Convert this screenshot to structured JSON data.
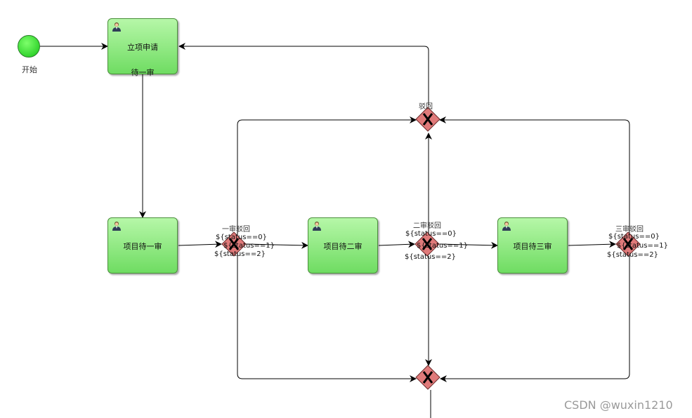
{
  "start": {
    "label": "开始"
  },
  "tasks": [
    {
      "label": "立项申请",
      "sublabel": "待一审"
    },
    {
      "label": "项目待一审",
      "sublabel": ""
    },
    {
      "label": "项目待二审",
      "sublabel": ""
    },
    {
      "label": "项目待三审",
      "sublabel": ""
    }
  ],
  "gateways": {
    "g1": {
      "label": "一审驳回",
      "cond0": "${status==0}",
      "cond1": "${status==1}",
      "cond2": "${status==2}"
    },
    "g2": {
      "label": "二审驳回",
      "cond0": "${status==0}",
      "cond1": "${status==1}",
      "cond2": "${status==2}"
    },
    "g3": {
      "label": "三审驳回",
      "cond0": "${status==0}",
      "cond1": "${status==1}",
      "cond2": "${status==2}"
    },
    "reject": {
      "label": "驳回"
    },
    "bottom": {
      "label": ""
    }
  },
  "watermark": "CSDN @wuxin1210",
  "colors": {
    "task_fill": "#8ee87e",
    "gateway_fill": "#e07a7a",
    "start_fill": "#1ccc1c"
  }
}
